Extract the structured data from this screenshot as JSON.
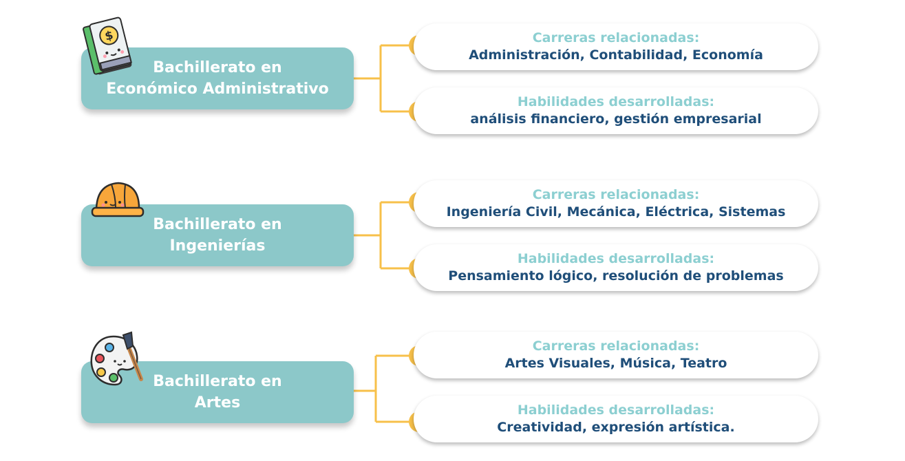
{
  "rows": [
    {
      "title_line1": "Bachillerato en",
      "title_line2": "Económico Administrativo",
      "icon": "finance-book-icon",
      "careers_caption": "Carreras relacionadas:",
      "careers": "Administración, Contabilidad, Economía",
      "skills_caption": "Habilidades desarrolladas:",
      "skills": "análisis financiero, gestión empresarial"
    },
    {
      "title_line1": "Bachillerato en",
      "title_line2": "Ingenierías",
      "icon": "hard-hat-icon",
      "careers_caption": "Carreras relacionadas:",
      "careers": "Ingeniería Civil, Mecánica, Eléctrica, Sistemas",
      "skills_caption": "Habilidades desarrolladas:",
      "skills": "Pensamiento lógico, resolución de problemas"
    },
    {
      "title_line1": "Bachillerato en",
      "title_line2": "Artes",
      "icon": "paint-palette-icon",
      "careers_caption": "Carreras relacionadas:",
      "careers": "Artes Visuales, Música, Teatro",
      "skills_caption": "Habilidades desarrolladas:",
      "skills": "Creatividad, expresión artística."
    }
  ],
  "colors": {
    "box": "#8cc8c9",
    "connector": "#f7c04a",
    "caption": "#8ccfd1",
    "value": "#1f4e79"
  }
}
